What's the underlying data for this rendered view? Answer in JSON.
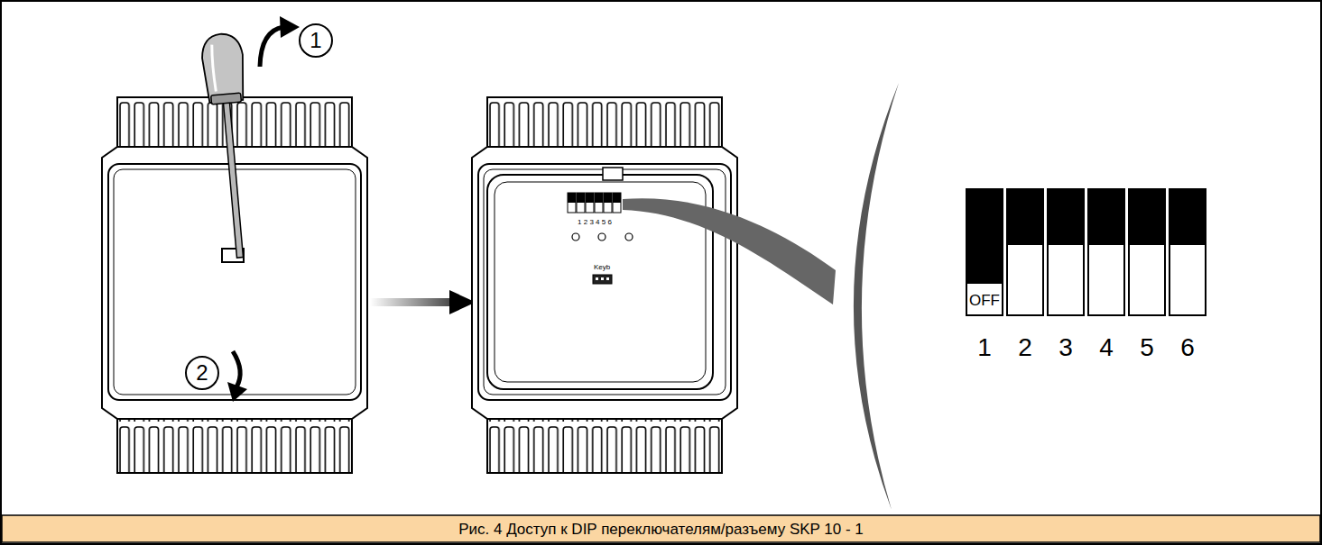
{
  "diagram": {
    "caption": "Рис. 4 Доступ к DIP переключателям/разъему SKP 10 - 1",
    "nodes": [
      {
        "text": [
          "1"
        ]
      },
      {
        "text": [
          "2"
        ]
      }
    ],
    "labels": [
      "1 2 3 4 5 6",
      "Keyb",
      "OFF",
      "1",
      "2",
      "3",
      "4",
      "5",
      "6"
    ]
  }
}
